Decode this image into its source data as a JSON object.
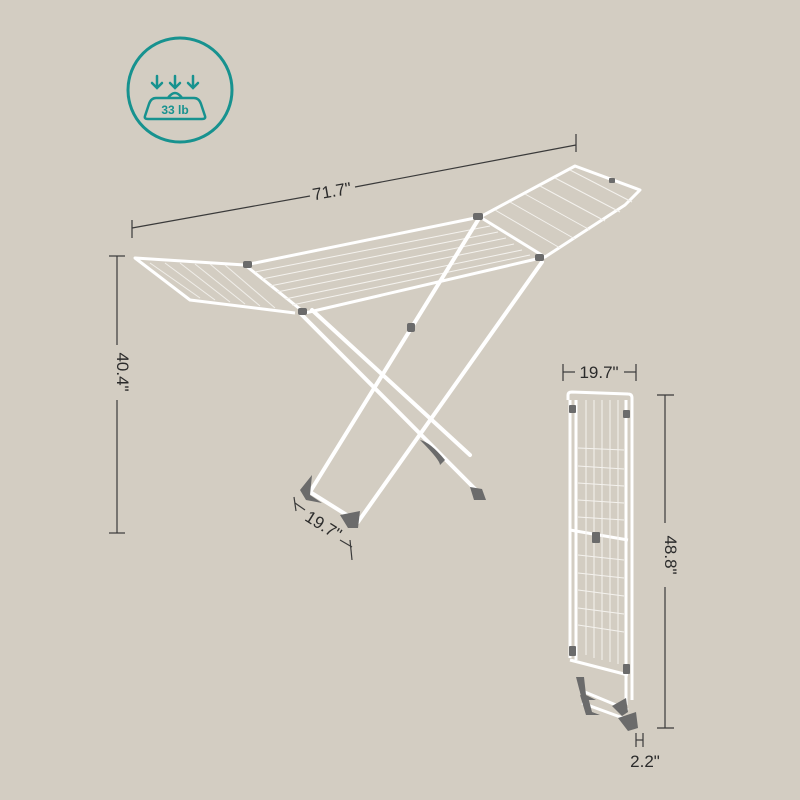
{
  "colors": {
    "background": "#d3cdc2",
    "accent": "#17928f",
    "frame": "#ffffff",
    "joints": "#6b6b6b",
    "dimension_lines": "#3a3a3a"
  },
  "badge": {
    "icon": "weight-capacity-icon",
    "label": "33 lb"
  },
  "product_unfolded": {
    "dimensions": {
      "length": "71.7\"",
      "height": "40.4\"",
      "depth": "19.7\""
    }
  },
  "product_folded": {
    "dimensions": {
      "width": "19.7\"",
      "height": "48.8\"",
      "thickness": "2.2\""
    }
  }
}
